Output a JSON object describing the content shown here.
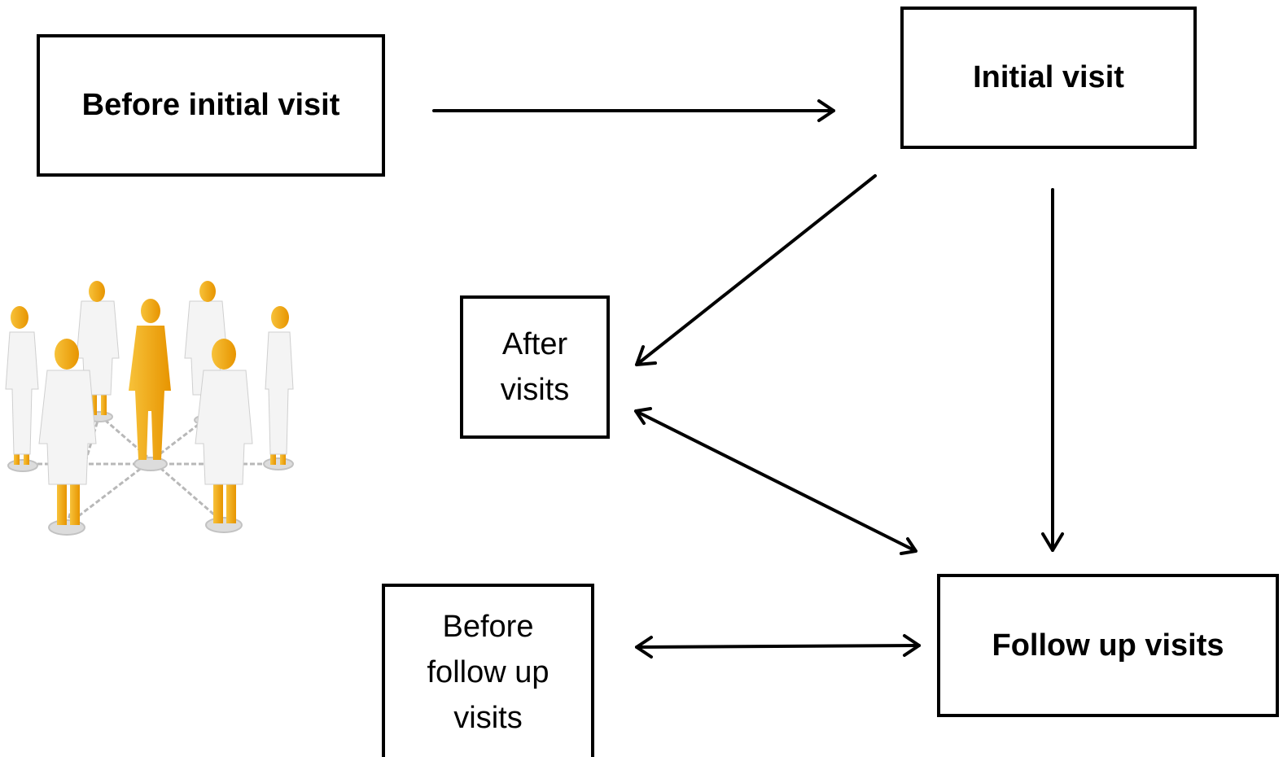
{
  "nodes": {
    "before_initial_visit": "Before initial visit",
    "initial_visit": "Initial visit",
    "after_visits": "After\nvisits",
    "follow_up_visits": "Follow up visits",
    "before_follow_up_visits": "Before\nfollow up\nvisits"
  },
  "edges": [
    {
      "from": "Before initial visit",
      "to": "Initial visit",
      "direction": "forward"
    },
    {
      "from": "Initial visit",
      "to": "After visits",
      "direction": "forward"
    },
    {
      "from": "Initial visit",
      "to": "Follow up visits",
      "direction": "forward"
    },
    {
      "from": "After visits",
      "to": "Follow up visits",
      "direction": "both"
    },
    {
      "from": "Before follow up visits",
      "to": "Follow up visits",
      "direction": "both"
    }
  ],
  "illustration": {
    "icon": "network-of-people-icon",
    "colors": {
      "figure": "#f0a500",
      "coat": "#f4f4f4",
      "base": "#d8d8d8"
    }
  }
}
